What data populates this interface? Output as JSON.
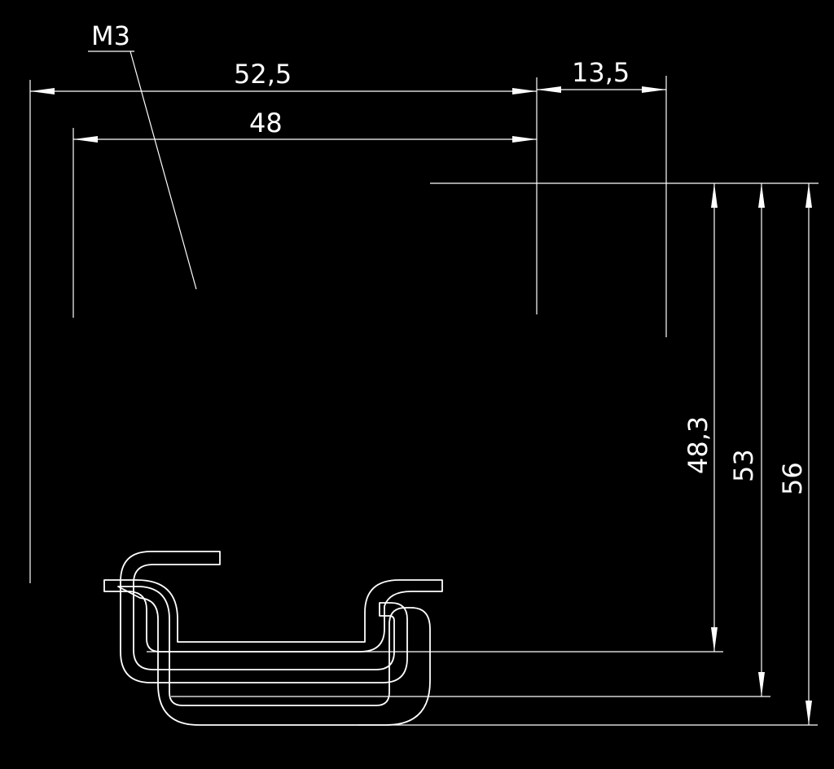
{
  "drawing": {
    "thread_label": "M3",
    "dimensions": {
      "width_outer": "52,5",
      "width_inner": "48",
      "offset_right": "13,5",
      "height_1": "48,3",
      "height_2": "53",
      "height_3": "56"
    },
    "colors": {
      "background": "#000000",
      "lines": "#ffffff"
    }
  }
}
